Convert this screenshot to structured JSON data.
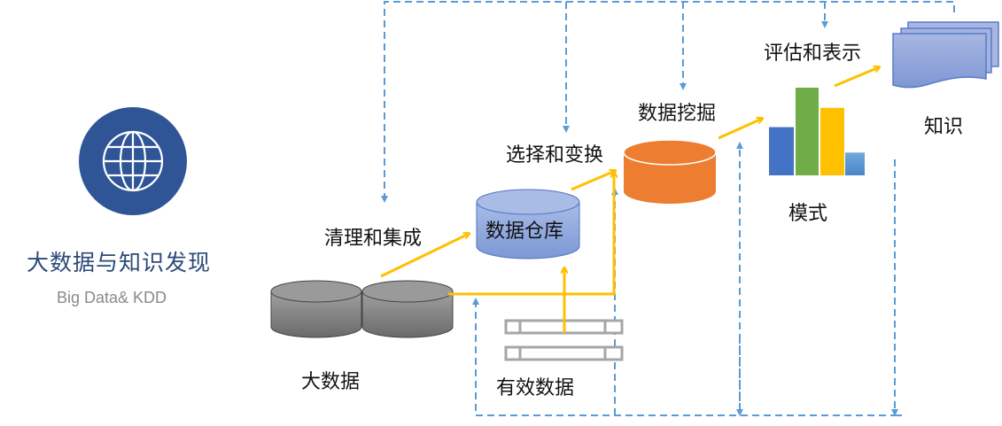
{
  "header": {
    "title": "大数据与知识发现",
    "subtitle": "Big Data& KDD",
    "icon": "globe-icon"
  },
  "nodes": {
    "big_data": {
      "label": "大数据",
      "icon": "database-cylinders-icon"
    },
    "data_warehouse": {
      "label": "数据仓库",
      "icon": "database-cylinder-icon"
    },
    "valid_data": {
      "label": "有效数据",
      "icon": "data-records-icon"
    },
    "data_mining_store": {
      "icon": "database-cylinder-icon"
    },
    "pattern": {
      "label": "模式",
      "icon": "bar-chart-icon"
    },
    "knowledge": {
      "label": "知识",
      "icon": "documents-icon"
    }
  },
  "steps": {
    "clean_integrate": "清理和集成",
    "select_transform": "选择和变换",
    "data_mining": "数据挖掘",
    "evaluate_present": "评估和表示"
  },
  "colors": {
    "globe": "#2f5597",
    "flow_arrow": "#ffc000",
    "feedback_dashed": "#5b9bd5",
    "big_data_fill": "#808080",
    "warehouse_fill": "#8faadc",
    "mining_fill": "#ed7d31",
    "bar_blue": "#4472c4",
    "bar_green": "#70ad47",
    "bar_yellow": "#ffc000",
    "bar_lightblue": "#5b9bd5",
    "knowledge_fill": "#9db0de"
  },
  "pattern_bars": [
    0.55,
    1.0,
    0.77,
    0.26
  ]
}
